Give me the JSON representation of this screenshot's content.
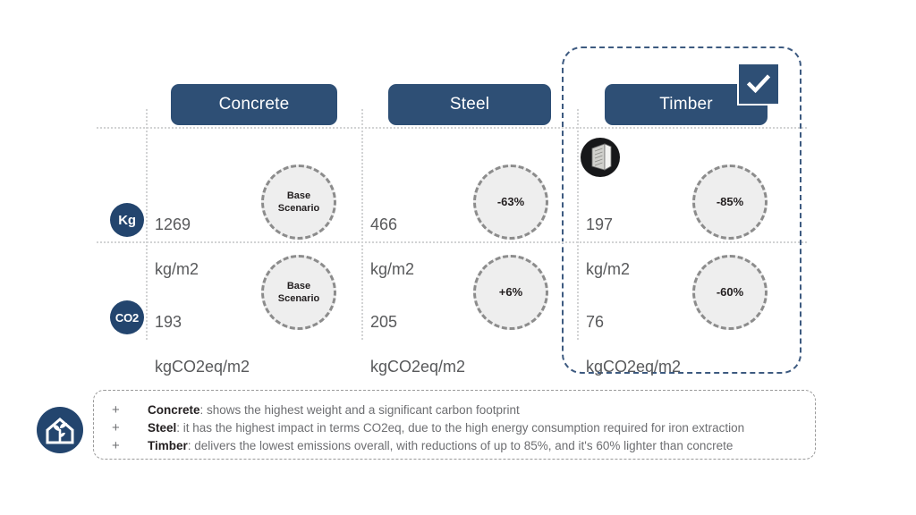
{
  "slide": {
    "highlighted_column": "Timber",
    "accent_navy": "#2e4f75",
    "badge_navy": "#23456e",
    "circle_fill": "#eeeeee",
    "circle_border": "#8c8c8c",
    "grid_dot_color": "#d2d3d4"
  },
  "columns": [
    {
      "id": "concrete",
      "label": "Concrete",
      "selected": false
    },
    {
      "id": "steel",
      "label": "Steel",
      "selected": false
    },
    {
      "id": "timber",
      "label": "Timber",
      "selected": true
    }
  ],
  "selected_check_icon": "checkmark-icon",
  "rows": [
    {
      "id": "weight",
      "badge": "Kg",
      "badge_icon": "kg-badge-icon"
    },
    {
      "id": "carbon",
      "badge": "CO2",
      "badge_icon": "co2-badge-icon"
    }
  ],
  "cells": {
    "weight": {
      "concrete": {
        "number": "1269",
        "unit": "kg/m2",
        "circle": "Base\nScenario"
      },
      "steel": {
        "number": "466",
        "unit": "kg/m2",
        "circle": "-63%"
      },
      "timber": {
        "number": "197",
        "unit": "kg/m2",
        "circle": "-85%"
      }
    },
    "carbon": {
      "concrete": {
        "number": "193",
        "unit": "kgCO2eq/m2",
        "circle": "Base\nScenario"
      },
      "steel": {
        "number": "205",
        "unit": "kgCO2eq/m2",
        "circle": "+6%"
      },
      "timber": {
        "number": "76",
        "unit": "kgCO2eq/m2",
        "circle": "-60%"
      }
    }
  },
  "timber_thumbnail": "clt-panel-icon",
  "notes": {
    "bullet": "+",
    "items": [
      {
        "term": "Concrete",
        "text": ": shows the highest weight and a significant carbon footprint"
      },
      {
        "term": "Steel",
        "text": ": it has the highest impact in terms CO2eq, due to the high energy consumption required for iron extraction"
      },
      {
        "term": "Timber",
        "text": ": delivers the lowest emissions overall, with reductions of up to 85%, and it's 60% lighter than concrete"
      }
    ]
  },
  "brand_icon": "house-plant-logo-icon"
}
